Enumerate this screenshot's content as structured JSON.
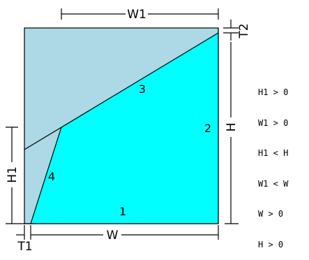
{
  "diagram": {
    "colors": {
      "background": "#ffffff",
      "upper_region": "#add8e6",
      "lower_region": "#00ffff",
      "outline": "#000000"
    },
    "dimension_labels": {
      "w1": "W1",
      "t2": "T2",
      "h": "H",
      "h1": "H1",
      "w": "W",
      "t1": "T1"
    },
    "edge_labels": {
      "edge_1": "1",
      "edge_2": "2",
      "edge_3": "3",
      "edge_4": "4"
    },
    "constraints": [
      "H1 > 0",
      "W1 > 0",
      "H1 < H",
      "W1 < W",
      "W > 0",
      "H > 0"
    ]
  }
}
